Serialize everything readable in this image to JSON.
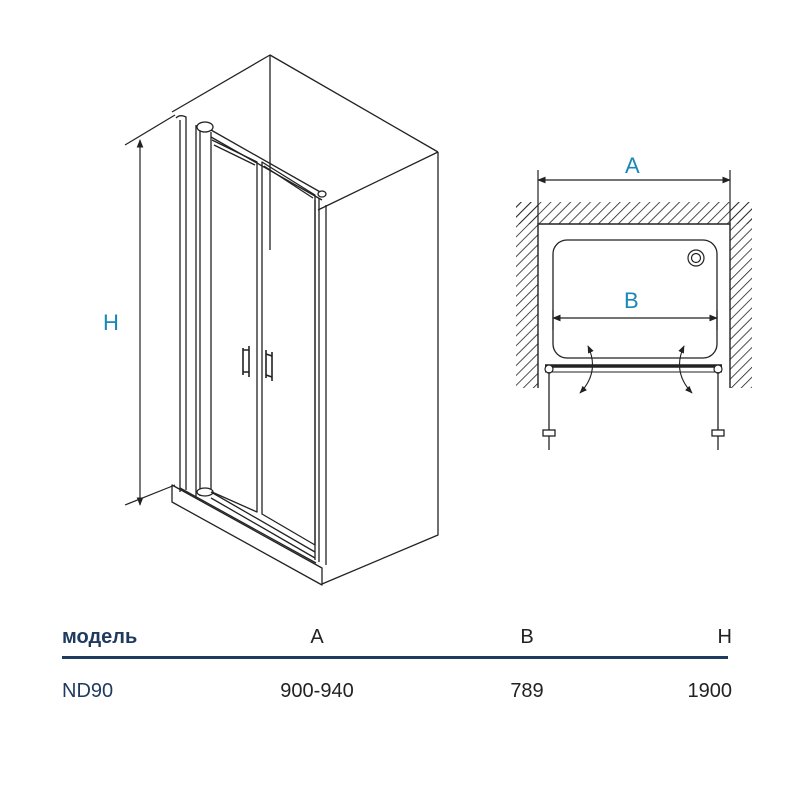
{
  "colors": {
    "accent": "#1a87b8",
    "table_header": "#1e3a5f",
    "table_rule": "#1e3a5f",
    "line": "#222222"
  },
  "dimensions": {
    "height_label": "H",
    "outer_width_label": "A",
    "inner_width_label": "B"
  },
  "table": {
    "headers": {
      "model": "модель",
      "a": "A",
      "b": "B",
      "h": "H"
    },
    "rows": [
      {
        "model": "ND90",
        "a": "900-940",
        "b": "789",
        "h": "1900"
      }
    ]
  }
}
